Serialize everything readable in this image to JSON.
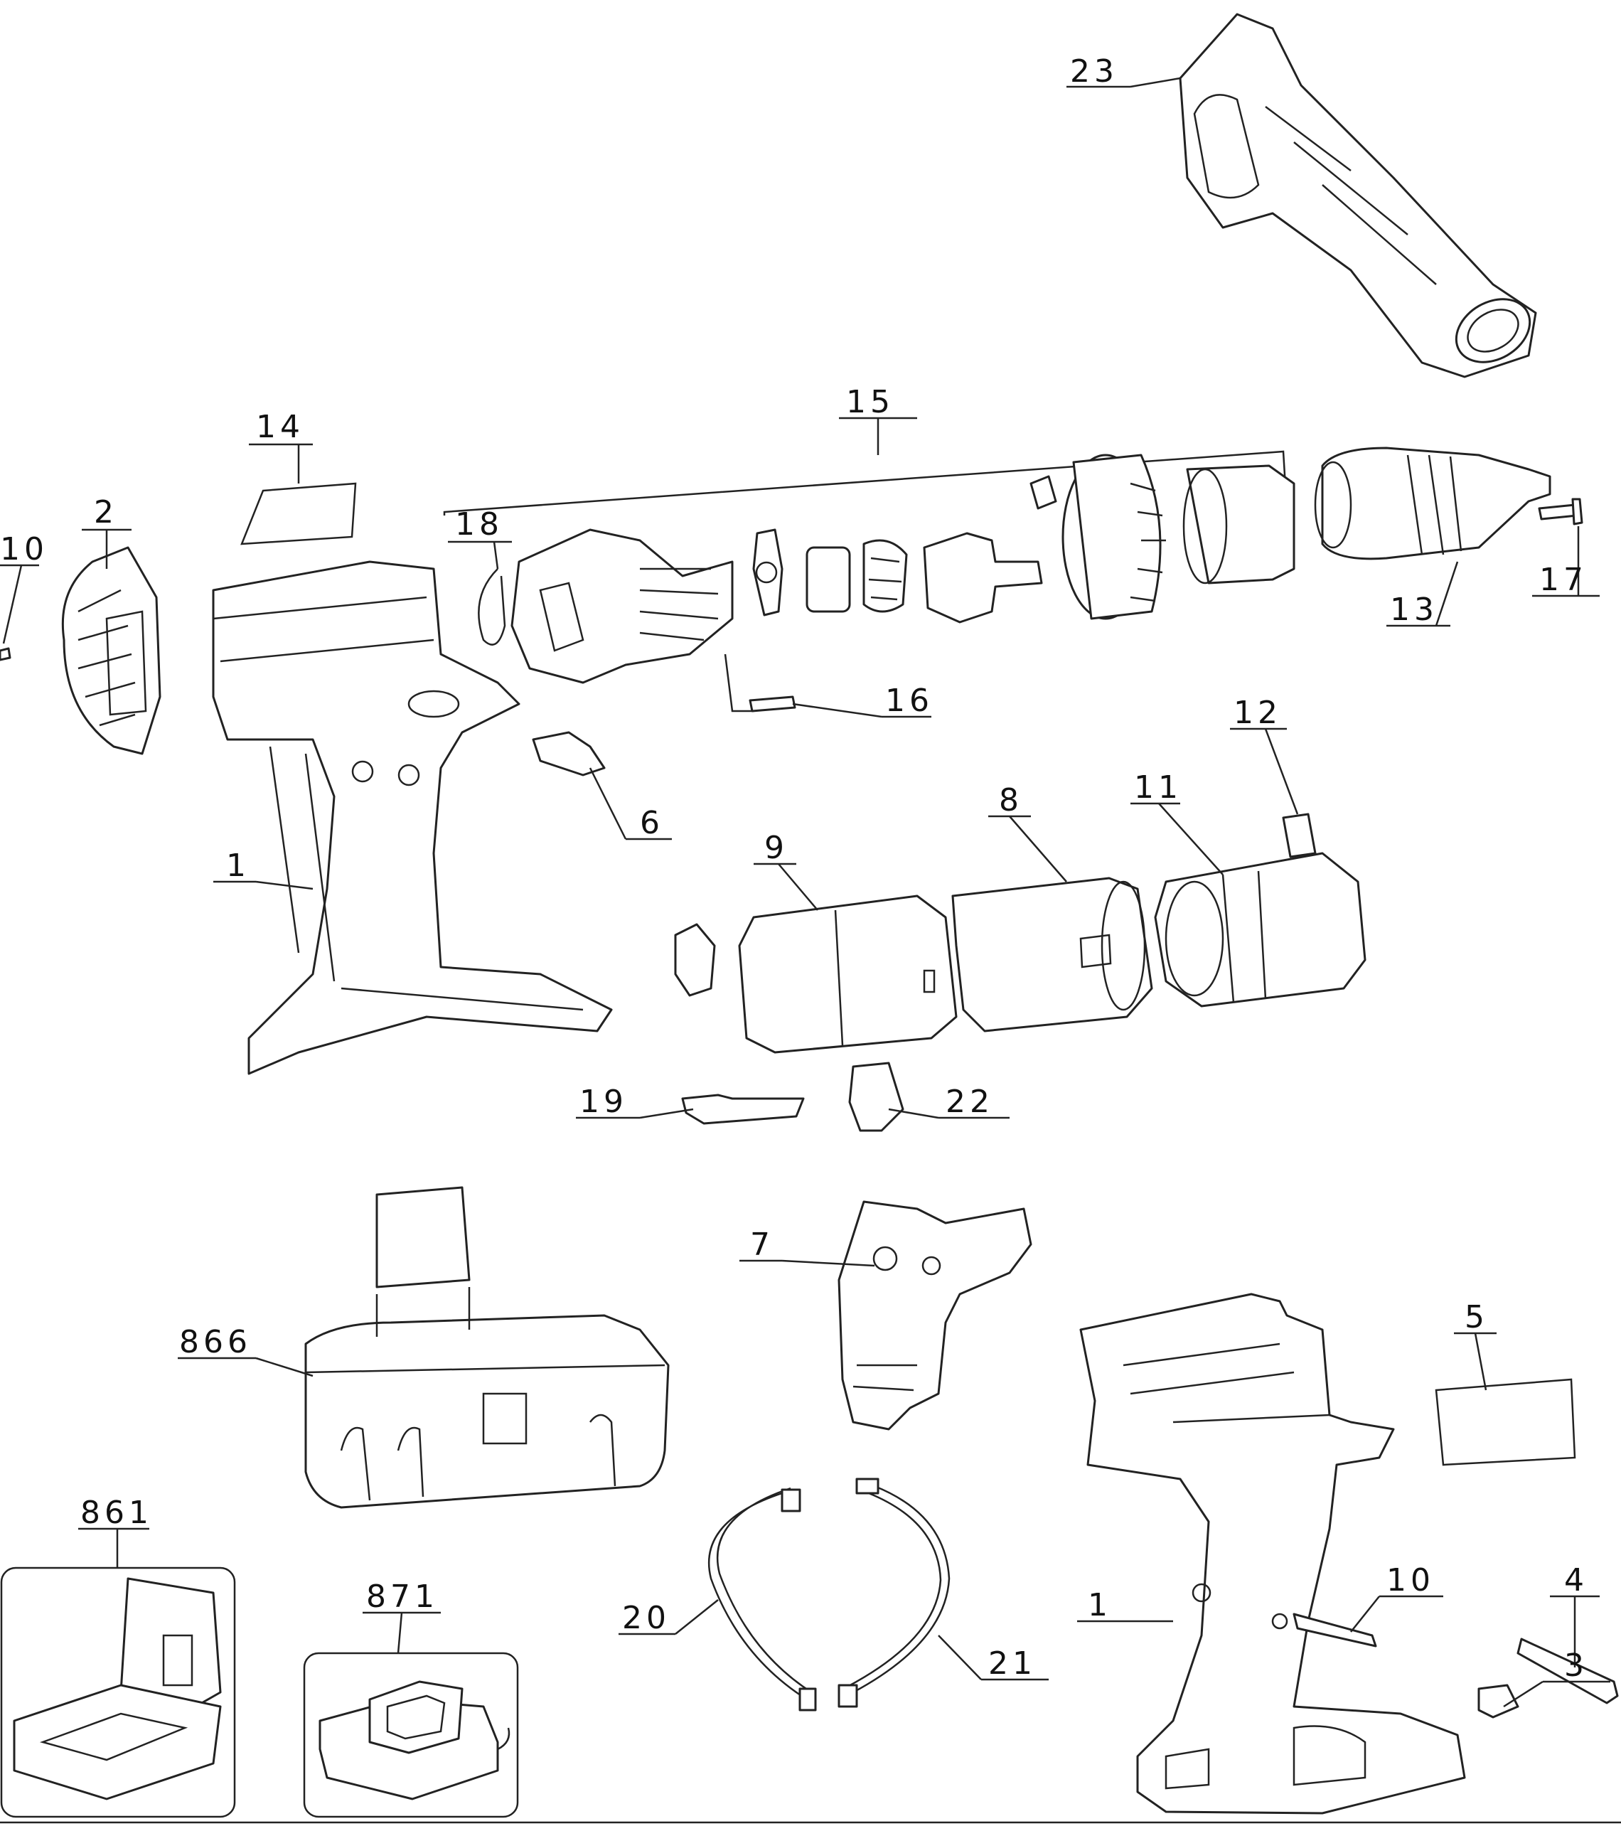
{
  "diagram": {
    "type": "exploded-parts-diagram",
    "colors": {
      "line": "#222222",
      "background": "#ffffff"
    },
    "callouts": {
      "c23": "23",
      "c15": "15",
      "c14": "14",
      "c2": "2",
      "c10a": "10",
      "c18": "18",
      "c17": "17",
      "c13": "13",
      "c16": "16",
      "c12": "12",
      "c6": "6",
      "c8": "8",
      "c11": "11",
      "c9": "9",
      "c1a": "1",
      "c19": "19",
      "c22": "22",
      "c7": "7",
      "c866": "866",
      "c5": "5",
      "c861": "861",
      "c871": "871",
      "c20": "20",
      "c21": "21",
      "c1b": "1",
      "c10b": "10",
      "c4": "4",
      "c3": "3"
    }
  }
}
